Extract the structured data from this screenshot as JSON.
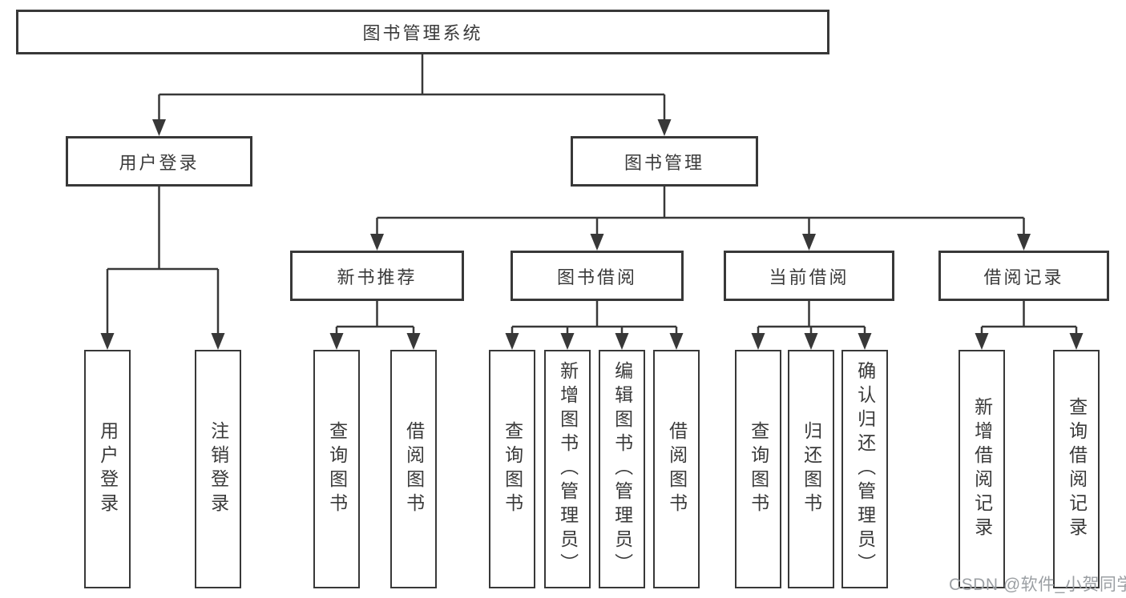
{
  "diagram": {
    "type": "tree",
    "title": "图书管理系统",
    "nodes": {
      "root": {
        "label": "图书管理系统"
      },
      "user_login": {
        "label": "用户登录"
      },
      "book_mgmt": {
        "label": "图书管理"
      },
      "new_book_rec": {
        "label": "新书推荐"
      },
      "book_borrow": {
        "label": "图书借阅"
      },
      "current_borrow": {
        "label": "当前借阅"
      },
      "borrow_record": {
        "label": "借阅记录"
      },
      "leaf_user_login": {
        "label": "用户登录"
      },
      "leaf_logout": {
        "label": "注销登录"
      },
      "leaf_query_book_a": {
        "label": "查询图书"
      },
      "leaf_borrow_book_a": {
        "label": "借阅图书"
      },
      "leaf_query_book_b": {
        "label": "查询图书"
      },
      "leaf_add_book_admin": {
        "label": "新增图书（管理员）"
      },
      "leaf_edit_book_admin": {
        "label": "编辑图书（管理员）"
      },
      "leaf_borrow_book_b": {
        "label": "借阅图书"
      },
      "leaf_query_book_c": {
        "label": "查询图书"
      },
      "leaf_return_book": {
        "label": "归还图书"
      },
      "leaf_confirm_return_admin": {
        "label": "确认归还（管理员）"
      },
      "leaf_add_borrow_record": {
        "label": "新增借阅记录"
      },
      "leaf_query_borrow_record": {
        "label": "查询借阅记录"
      }
    },
    "hierarchy": {
      "label": "图书管理系统",
      "children": [
        {
          "label": "用户登录",
          "children": [
            {
              "label": "用户登录"
            },
            {
              "label": "注销登录"
            }
          ]
        },
        {
          "label": "图书管理",
          "children": [
            {
              "label": "新书推荐",
              "children": [
                {
                  "label": "查询图书"
                },
                {
                  "label": "借阅图书"
                }
              ]
            },
            {
              "label": "图书借阅",
              "children": [
                {
                  "label": "查询图书"
                },
                {
                  "label": "新增图书（管理员）"
                },
                {
                  "label": "编辑图书（管理员）"
                },
                {
                  "label": "借阅图书"
                }
              ]
            },
            {
              "label": "当前借阅",
              "children": [
                {
                  "label": "查询图书"
                },
                {
                  "label": "归还图书"
                },
                {
                  "label": "确认归还（管理员）"
                }
              ]
            },
            {
              "label": "借阅记录",
              "children": [
                {
                  "label": "新增借阅记录"
                },
                {
                  "label": "查询借阅记录"
                }
              ]
            }
          ]
        }
      ]
    },
    "colors": {
      "line": "#383838",
      "text": "#3a3a3a",
      "box_background": "#ffffff",
      "background": "#ffffff",
      "watermark": "#9b9fa3"
    },
    "watermark": "CSDN @软件_小贺同学"
  }
}
